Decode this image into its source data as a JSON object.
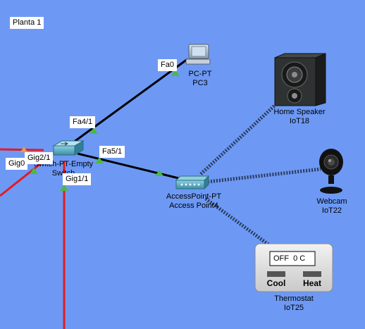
{
  "floor_label": "Planta 1",
  "devices": {
    "pc": {
      "model": "PC-PT",
      "name": "PC3"
    },
    "switch": {
      "model": "Switch-PT-Empty",
      "name": "Switch"
    },
    "access_point": {
      "model": "AccessPoint-PT",
      "name": "Access Point4"
    },
    "speaker": {
      "model": "Home Speaker",
      "name": "IoT18"
    },
    "webcam": {
      "model": "Webcam",
      "name": "IoT22"
    },
    "thermostat": {
      "model": "Thermostat",
      "name": "IoT25",
      "display": "OFF  0 C",
      "cool_label": "Cool",
      "heat_label": "Heat"
    }
  },
  "ports": {
    "pc_fa0": "Fa0",
    "sw_fa4_1": "Fa4/1",
    "sw_fa5_1": "Fa5/1",
    "sw_gig2_1": "Gig2/1",
    "sw_gig1_1": "Gig1/1",
    "gig0": "Gig0"
  },
  "colors": {
    "background": "#6d99f5",
    "copper_link": "#000000",
    "fiber_link": "#e31b23",
    "wireless_link": "#2a3a5a",
    "link_up": "#4cb944"
  }
}
